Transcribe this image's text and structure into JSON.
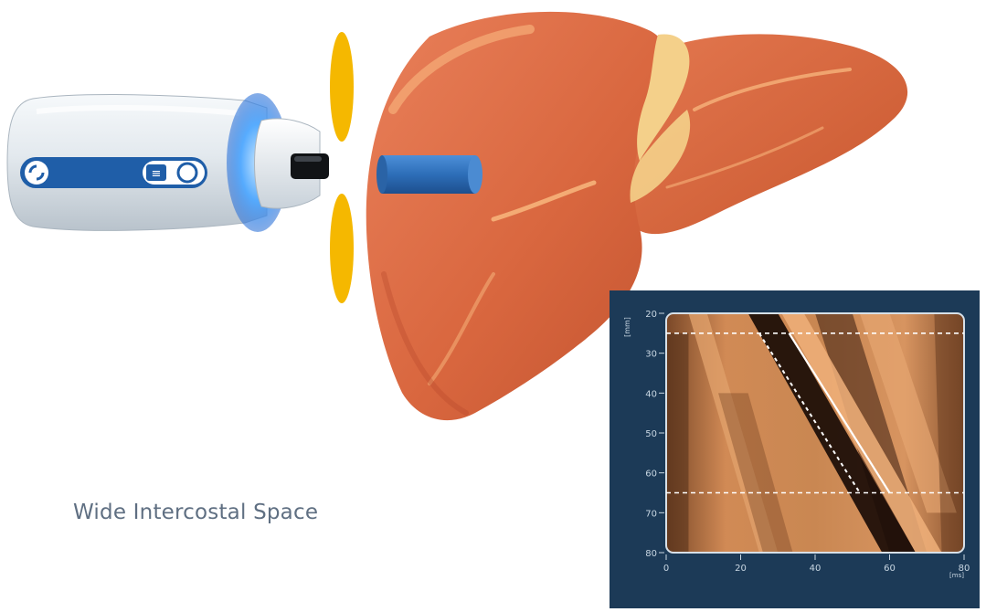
{
  "caption": "Wide Intercostal Space",
  "colors": {
    "liver": "#d9673f",
    "liver_dark": "#b8482a",
    "liver_highlight": "#f6b37a",
    "gallbladder_band": "#f4d08a",
    "acoustic_window": "#f5b800",
    "beam": "#2d6eb8",
    "probe_body": "#e8eef3",
    "probe_stripe": "#1f5ea8",
    "probe_glow": "#4fa8ff",
    "panel_bg": "#1c3a57",
    "plot_field": "#c98752"
  },
  "elastogram": {
    "y_unit": "[mm]",
    "x_unit": "[ms]",
    "y_ticks": [
      "20",
      "30",
      "40",
      "50",
      "60",
      "70",
      "80"
    ],
    "x_ticks": [
      "0",
      "20",
      "40",
      "60",
      "80"
    ]
  },
  "chart_data": {
    "type": "heatmap",
    "xlabel": "[ms]",
    "ylabel": "[mm]",
    "xlim": [
      0,
      80
    ],
    "ylim": [
      80,
      20
    ],
    "x_ticks": [
      0,
      20,
      40,
      60,
      80
    ],
    "y_ticks": [
      20,
      30,
      40,
      50,
      60,
      70,
      80
    ],
    "reference_lines": {
      "depth_window_mm": [
        25,
        65
      ],
      "propagation_line_solid": [
        [
          33,
          25
        ],
        [
          60,
          65
        ]
      ],
      "propagation_line_dashed": [
        [
          25,
          25
        ],
        [
          52,
          65
        ]
      ]
    }
  }
}
